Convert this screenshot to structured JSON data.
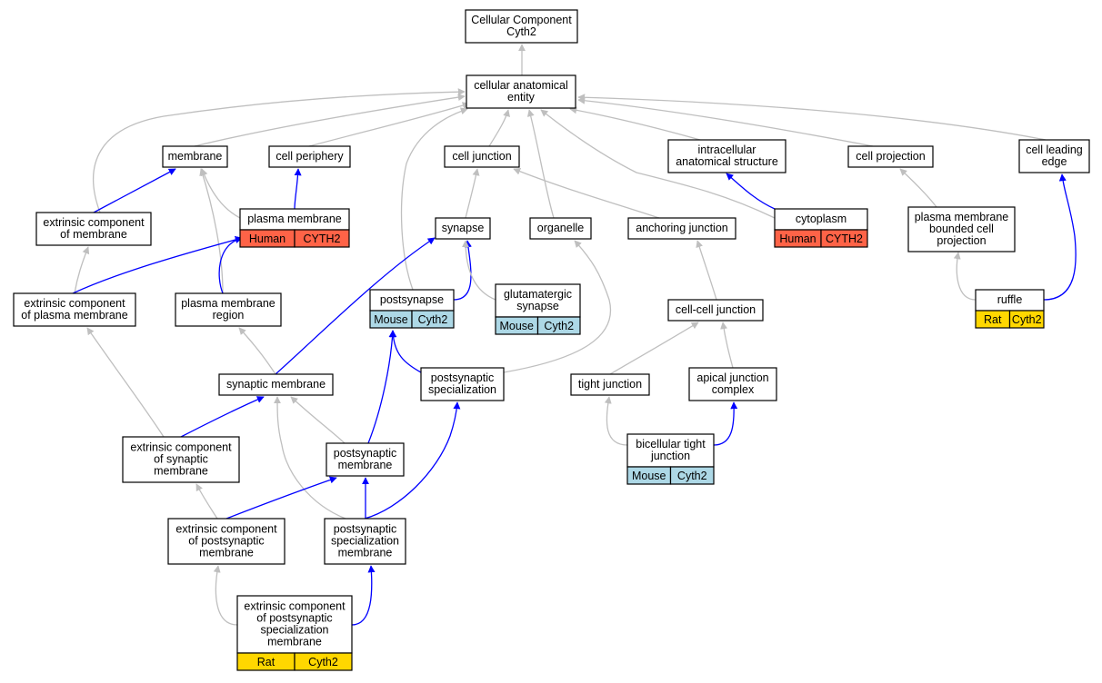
{
  "graph": {
    "colors": {
      "inferred_edge": "#bfbfbf",
      "annotated_edge": "#0000ff",
      "Human": "#ff6347",
      "Mouse": "#add8e6",
      "Rat": "#ffd700"
    },
    "nodes": [
      {
        "id": "root",
        "lines": [
          "Cellular Component",
          "Cyth2"
        ]
      },
      {
        "id": "cae",
        "lines": [
          "cellular anatomical",
          "entity"
        ]
      },
      {
        "id": "membrane",
        "lines": [
          "membrane"
        ]
      },
      {
        "id": "cellperiphery",
        "lines": [
          "cell periphery"
        ]
      },
      {
        "id": "celljunction",
        "lines": [
          "cell junction"
        ]
      },
      {
        "id": "intracellular",
        "lines": [
          "intracellular",
          "anatomical structure"
        ]
      },
      {
        "id": "cellprojection",
        "lines": [
          "cell projection"
        ]
      },
      {
        "id": "leadingedge",
        "lines": [
          "cell leading",
          "edge"
        ]
      },
      {
        "id": "extmem",
        "lines": [
          "extrinsic component",
          "of membrane"
        ]
      },
      {
        "id": "plasmamembrane",
        "lines": [
          "plasma membrane"
        ],
        "badge": {
          "species": "Human",
          "gene": "CYTH2"
        }
      },
      {
        "id": "synapse",
        "lines": [
          "synapse"
        ]
      },
      {
        "id": "organelle",
        "lines": [
          "organelle"
        ]
      },
      {
        "id": "anchoring",
        "lines": [
          "anchoring junction"
        ]
      },
      {
        "id": "cytoplasm",
        "lines": [
          "cytoplasm"
        ],
        "badge": {
          "species": "Human",
          "gene": "CYTH2"
        }
      },
      {
        "id": "pmbcp",
        "lines": [
          "plasma membrane",
          "bounded cell",
          "projection"
        ]
      },
      {
        "id": "extpm",
        "lines": [
          "extrinsic component",
          "of plasma membrane"
        ]
      },
      {
        "id": "pmregion",
        "lines": [
          "plasma membrane",
          "region"
        ]
      },
      {
        "id": "postsynapse",
        "lines": [
          "postsynapse"
        ],
        "badge": {
          "species": "Mouse",
          "gene": "Cyth2"
        }
      },
      {
        "id": "glutamatergic",
        "lines": [
          "glutamatergic",
          "synapse"
        ],
        "badge": {
          "species": "Mouse",
          "gene": "Cyth2"
        }
      },
      {
        "id": "cellcell",
        "lines": [
          "cell-cell junction"
        ]
      },
      {
        "id": "ruffle",
        "lines": [
          "ruffle"
        ],
        "badge": {
          "species": "Rat",
          "gene": "Cyth2"
        }
      },
      {
        "id": "synmem",
        "lines": [
          "synaptic membrane"
        ]
      },
      {
        "id": "pss",
        "lines": [
          "postsynaptic",
          "specialization"
        ]
      },
      {
        "id": "tightjunction",
        "lines": [
          "tight junction"
        ]
      },
      {
        "id": "apical",
        "lines": [
          "apical junction",
          "complex"
        ]
      },
      {
        "id": "extsynmem",
        "lines": [
          "extrinsic component",
          "of synaptic",
          "membrane"
        ]
      },
      {
        "id": "psmem",
        "lines": [
          "postsynaptic",
          "membrane"
        ]
      },
      {
        "id": "bicellular",
        "lines": [
          "bicellular tight",
          "junction"
        ],
        "badge": {
          "species": "Mouse",
          "gene": "Cyth2"
        }
      },
      {
        "id": "extpsmem",
        "lines": [
          "extrinsic component",
          "of postsynaptic",
          "membrane"
        ]
      },
      {
        "id": "pssmem",
        "lines": [
          "postsynaptic",
          "specialization",
          "membrane"
        ]
      },
      {
        "id": "extpssmem",
        "lines": [
          "extrinsic component",
          "of postsynaptic",
          "specialization",
          "membrane"
        ],
        "badge": {
          "species": "Rat",
          "gene": "Cyth2"
        }
      }
    ],
    "edges": [
      {
        "from": "cae",
        "to": "root",
        "kind": "inferred"
      },
      {
        "from": "membrane",
        "to": "cae",
        "kind": "inferred"
      },
      {
        "from": "cellperiphery",
        "to": "cae",
        "kind": "inferred"
      },
      {
        "from": "celljunction",
        "to": "cae",
        "kind": "inferred"
      },
      {
        "from": "intracellular",
        "to": "cae",
        "kind": "inferred"
      },
      {
        "from": "cellprojection",
        "to": "cae",
        "kind": "inferred"
      },
      {
        "from": "leadingedge",
        "to": "cae",
        "kind": "inferred"
      },
      {
        "from": "extmem",
        "to": "cae",
        "kind": "inferred"
      },
      {
        "from": "organelle",
        "to": "cae",
        "kind": "inferred"
      },
      {
        "from": "postsynapse",
        "to": "cae",
        "kind": "inferred"
      },
      {
        "from": "cytoplasm",
        "to": "cae",
        "kind": "inferred"
      },
      {
        "from": "extmem",
        "to": "membrane",
        "kind": "annotated"
      },
      {
        "from": "plasmamembrane",
        "to": "membrane",
        "kind": "inferred"
      },
      {
        "from": "pmregion",
        "to": "membrane",
        "kind": "inferred"
      },
      {
        "from": "plasmamembrane",
        "to": "cellperiphery",
        "kind": "annotated"
      },
      {
        "from": "synapse",
        "to": "celljunction",
        "kind": "inferred"
      },
      {
        "from": "anchoring",
        "to": "celljunction",
        "kind": "inferred"
      },
      {
        "from": "cytoplasm",
        "to": "intracellular",
        "kind": "annotated"
      },
      {
        "from": "pmbcp",
        "to": "cellprojection",
        "kind": "inferred"
      },
      {
        "from": "ruffle",
        "to": "leadingedge",
        "kind": "annotated"
      },
      {
        "from": "extpm",
        "to": "extmem",
        "kind": "inferred"
      },
      {
        "from": "extpm",
        "to": "plasmamembrane",
        "kind": "annotated"
      },
      {
        "from": "pmregion",
        "to": "plasmamembrane",
        "kind": "annotated"
      },
      {
        "from": "synmem",
        "to": "synapse",
        "kind": "annotated"
      },
      {
        "from": "postsynapse",
        "to": "synapse",
        "kind": "annotated"
      },
      {
        "from": "glutamatergic",
        "to": "synapse",
        "kind": "inferred"
      },
      {
        "from": "pss",
        "to": "organelle",
        "kind": "inferred"
      },
      {
        "from": "cellcell",
        "to": "anchoring",
        "kind": "inferred"
      },
      {
        "from": "ruffle",
        "to": "pmbcp",
        "kind": "inferred"
      },
      {
        "from": "extsynmem",
        "to": "extpm",
        "kind": "inferred"
      },
      {
        "from": "synmem",
        "to": "pmregion",
        "kind": "inferred"
      },
      {
        "from": "pss",
        "to": "postsynapse",
        "kind": "annotated"
      },
      {
        "from": "psmem",
        "to": "postsynapse",
        "kind": "annotated"
      },
      {
        "from": "tightjunction",
        "to": "cellcell",
        "kind": "inferred"
      },
      {
        "from": "apical",
        "to": "cellcell",
        "kind": "inferred"
      },
      {
        "from": "extsynmem",
        "to": "synmem",
        "kind": "annotated"
      },
      {
        "from": "psmem",
        "to": "synmem",
        "kind": "inferred"
      },
      {
        "from": "pssmem",
        "to": "synmem",
        "kind": "inferred"
      },
      {
        "from": "pssmem",
        "to": "pss",
        "kind": "annotated"
      },
      {
        "from": "bicellular",
        "to": "tightjunction",
        "kind": "inferred"
      },
      {
        "from": "bicellular",
        "to": "apical",
        "kind": "annotated"
      },
      {
        "from": "extpsmem",
        "to": "extsynmem",
        "kind": "inferred"
      },
      {
        "from": "extpsmem",
        "to": "psmem",
        "kind": "annotated"
      },
      {
        "from": "pssmem",
        "to": "psmem",
        "kind": "annotated"
      },
      {
        "from": "extpssmem",
        "to": "extpsmem",
        "kind": "inferred"
      },
      {
        "from": "extpssmem",
        "to": "pssmem",
        "kind": "annotated"
      }
    ]
  }
}
